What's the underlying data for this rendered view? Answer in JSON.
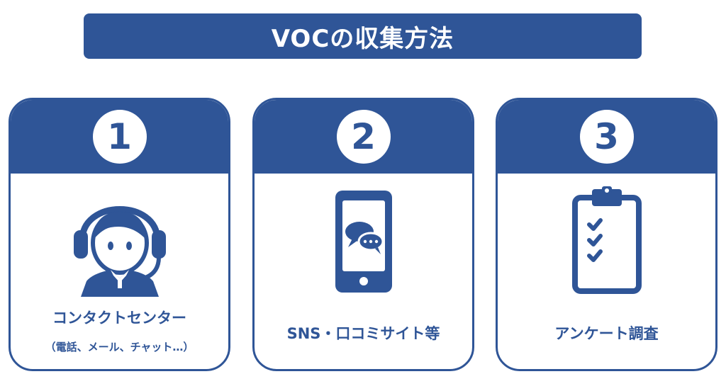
{
  "title": "VOCの収集方法",
  "colors": {
    "primary": "#2f5597",
    "background": "#ffffff"
  },
  "cards": [
    {
      "number": "1",
      "icon": "headset-operator-icon",
      "label": "コンタクトセンター",
      "sublabel": "（電話、メール、チャット…）"
    },
    {
      "number": "2",
      "icon": "smartphone-chat-icon",
      "label": "SNS・口コミサイト等"
    },
    {
      "number": "3",
      "icon": "clipboard-checklist-icon",
      "label": "アンケート調査"
    }
  ]
}
